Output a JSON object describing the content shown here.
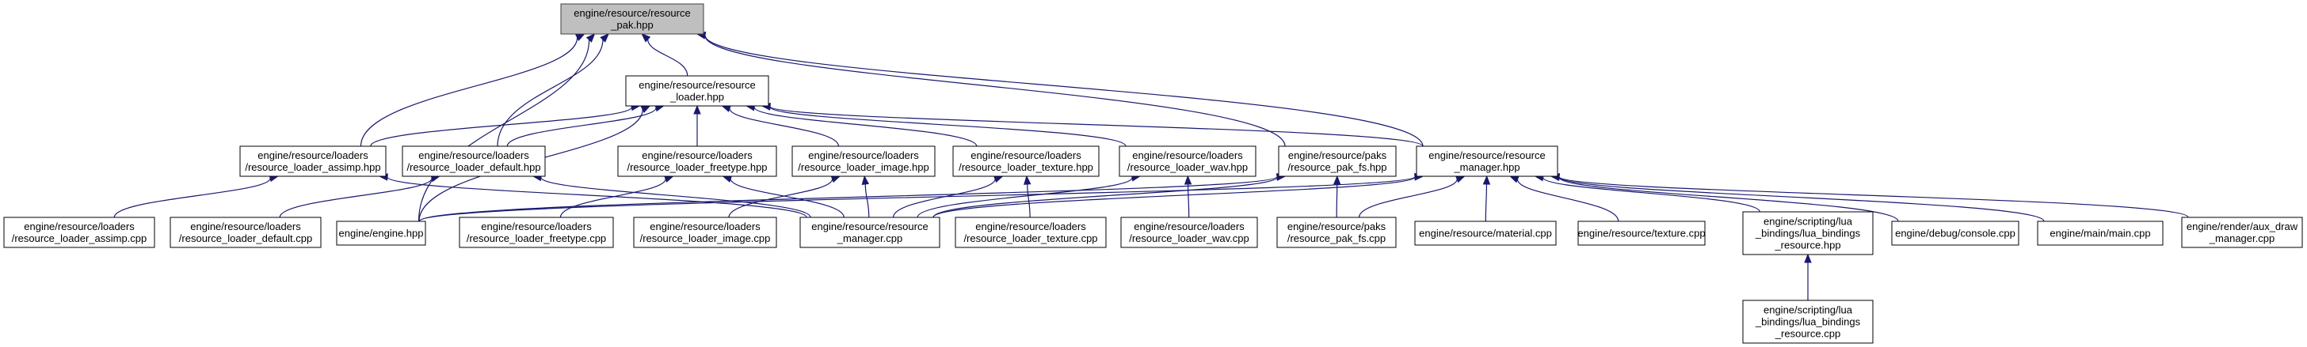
{
  "nodes": [
    {
      "id": "pak_hpp",
      "lines": [
        "engine/resource/resource",
        "_pak.hpp"
      ],
      "root": true
    },
    {
      "id": "loader_hpp",
      "lines": [
        "engine/resource/resource",
        "_loader.hpp"
      ]
    },
    {
      "id": "loader_assimp_hpp",
      "lines": [
        "engine/resource/loaders",
        "/resource_loader_assimp.hpp"
      ]
    },
    {
      "id": "loader_default_hpp",
      "lines": [
        "engine/resource/loaders",
        "/resource_loader_default.hpp"
      ]
    },
    {
      "id": "loader_freetype_hpp",
      "lines": [
        "engine/resource/loaders",
        "/resource_loader_freetype.hpp"
      ]
    },
    {
      "id": "loader_image_hpp",
      "lines": [
        "engine/resource/loaders",
        "/resource_loader_image.hpp"
      ]
    },
    {
      "id": "loader_texture_hpp",
      "lines": [
        "engine/resource/loaders",
        "/resource_loader_texture.hpp"
      ]
    },
    {
      "id": "loader_wav_hpp",
      "lines": [
        "engine/resource/loaders",
        "/resource_loader_wav.hpp"
      ]
    },
    {
      "id": "pak_fs_hpp",
      "lines": [
        "engine/resource/paks",
        "/resource_pak_fs.hpp"
      ]
    },
    {
      "id": "manager_hpp",
      "lines": [
        "engine/resource/resource",
        "_manager.hpp"
      ]
    },
    {
      "id": "loader_assimp_cpp",
      "lines": [
        "engine/resource/loaders",
        "/resource_loader_assimp.cpp"
      ]
    },
    {
      "id": "loader_default_cpp",
      "lines": [
        "engine/resource/loaders",
        "/resource_loader_default.cpp"
      ]
    },
    {
      "id": "engine_hpp",
      "lines": [
        "engine/engine.hpp"
      ]
    },
    {
      "id": "loader_freetype_cpp",
      "lines": [
        "engine/resource/loaders",
        "/resource_loader_freetype.cpp"
      ]
    },
    {
      "id": "loader_image_cpp",
      "lines": [
        "engine/resource/loaders",
        "/resource_loader_image.cpp"
      ]
    },
    {
      "id": "manager_cpp",
      "lines": [
        "engine/resource/resource",
        "_manager.cpp"
      ]
    },
    {
      "id": "loader_texture_cpp",
      "lines": [
        "engine/resource/loaders",
        "/resource_loader_texture.cpp"
      ]
    },
    {
      "id": "loader_wav_cpp",
      "lines": [
        "engine/resource/loaders",
        "/resource_loader_wav.cpp"
      ]
    },
    {
      "id": "pak_fs_cpp",
      "lines": [
        "engine/resource/paks",
        "/resource_pak_fs.cpp"
      ]
    },
    {
      "id": "material_cpp",
      "lines": [
        "engine/resource/material.cpp"
      ]
    },
    {
      "id": "texture_cpp",
      "lines": [
        "engine/resource/texture.cpp"
      ]
    },
    {
      "id": "lua_bindings_hpp",
      "lines": [
        "engine/scripting/lua",
        "_bindings/lua_bindings",
        "_resource.hpp"
      ]
    },
    {
      "id": "console_cpp",
      "lines": [
        "engine/debug/console.cpp"
      ]
    },
    {
      "id": "main_cpp",
      "lines": [
        "engine/main/main.cpp"
      ]
    },
    {
      "id": "aux_draw_cpp",
      "lines": [
        "engine/render/aux_draw",
        "_manager.cpp"
      ]
    },
    {
      "id": "lua_bindings_cpp",
      "lines": [
        "engine/scripting/lua",
        "_bindings/lua_bindings",
        "_resource.cpp"
      ]
    }
  ],
  "edges": [
    [
      "loader_hpp",
      "pak_hpp"
    ],
    [
      "loader_assimp_hpp",
      "pak_hpp"
    ],
    [
      "loader_default_hpp",
      "pak_hpp"
    ],
    [
      "engine_hpp",
      "pak_hpp"
    ],
    [
      "pak_fs_hpp",
      "pak_hpp"
    ],
    [
      "manager_hpp",
      "pak_hpp"
    ],
    [
      "loader_assimp_hpp",
      "loader_hpp"
    ],
    [
      "loader_default_hpp",
      "loader_hpp"
    ],
    [
      "loader_freetype_hpp",
      "loader_hpp"
    ],
    [
      "loader_image_hpp",
      "loader_hpp"
    ],
    [
      "loader_texture_hpp",
      "loader_hpp"
    ],
    [
      "loader_wav_hpp",
      "loader_hpp"
    ],
    [
      "manager_hpp",
      "loader_hpp"
    ],
    [
      "engine_hpp",
      "loader_hpp"
    ],
    [
      "loader_assimp_cpp",
      "loader_assimp_hpp"
    ],
    [
      "manager_cpp",
      "loader_assimp_hpp"
    ],
    [
      "loader_default_cpp",
      "loader_default_hpp"
    ],
    [
      "manager_cpp",
      "loader_default_hpp"
    ],
    [
      "loader_freetype_cpp",
      "loader_freetype_hpp"
    ],
    [
      "manager_cpp",
      "loader_freetype_hpp"
    ],
    [
      "loader_image_cpp",
      "loader_image_hpp"
    ],
    [
      "manager_cpp",
      "loader_image_hpp"
    ],
    [
      "loader_texture_cpp",
      "loader_texture_hpp"
    ],
    [
      "manager_cpp",
      "loader_texture_hpp"
    ],
    [
      "loader_wav_cpp",
      "loader_wav_hpp"
    ],
    [
      "manager_cpp",
      "loader_wav_hpp"
    ],
    [
      "pak_fs_cpp",
      "pak_fs_hpp"
    ],
    [
      "manager_cpp",
      "pak_fs_hpp"
    ],
    [
      "engine_hpp",
      "pak_fs_hpp"
    ],
    [
      "engine_hpp",
      "manager_hpp"
    ],
    [
      "manager_cpp",
      "manager_hpp"
    ],
    [
      "pak_fs_cpp",
      "manager_hpp"
    ],
    [
      "material_cpp",
      "manager_hpp"
    ],
    [
      "texture_cpp",
      "manager_hpp"
    ],
    [
      "lua_bindings_hpp",
      "manager_hpp"
    ],
    [
      "console_cpp",
      "manager_hpp"
    ],
    [
      "main_cpp",
      "manager_hpp"
    ],
    [
      "aux_draw_cpp",
      "manager_hpp"
    ],
    [
      "lua_bindings_cpp",
      "lua_bindings_hpp"
    ]
  ],
  "colors": {
    "edge": "#191970",
    "root_fill": "#bfbfbf",
    "node_border": "#000000"
  }
}
